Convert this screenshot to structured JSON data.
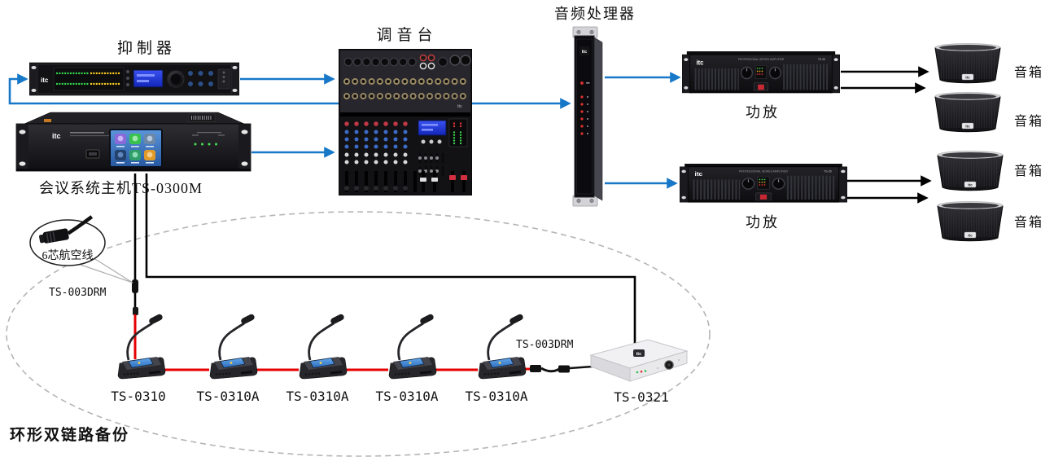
{
  "diagram": {
    "devices": {
      "suppressor": {
        "label": "抑制器"
      },
      "mixer": {
        "label": "调音台"
      },
      "processor": {
        "label": "音频处理器"
      },
      "amp1": {
        "label": "功放"
      },
      "amp2": {
        "label": "功放"
      },
      "host": {
        "label": "会议系统主机TS-0300M"
      },
      "speakers": [
        {
          "label": "音箱"
        },
        {
          "label": "音箱"
        },
        {
          "label": "音箱"
        },
        {
          "label": "音箱"
        }
      ],
      "mics": [
        {
          "label": "TS-0310"
        },
        {
          "label": "TS-0310A"
        },
        {
          "label": "TS-0310A"
        },
        {
          "label": "TS-0310A"
        },
        {
          "label": "TS-0310A"
        }
      ],
      "extension": {
        "label": "TS-0321"
      }
    },
    "annotations": {
      "connector_callout": "6芯航空线",
      "cable_label_left": "TS-003DRM",
      "cable_label_right": "TS-003DRM",
      "ring_backup": "环形双链路备份"
    },
    "brand": "itc",
    "colors": {
      "signal_blue": "#1878c8",
      "link_red": "#e60000",
      "wire_black": "#000000",
      "ring_dash_gray": "#b5b5b5"
    }
  }
}
